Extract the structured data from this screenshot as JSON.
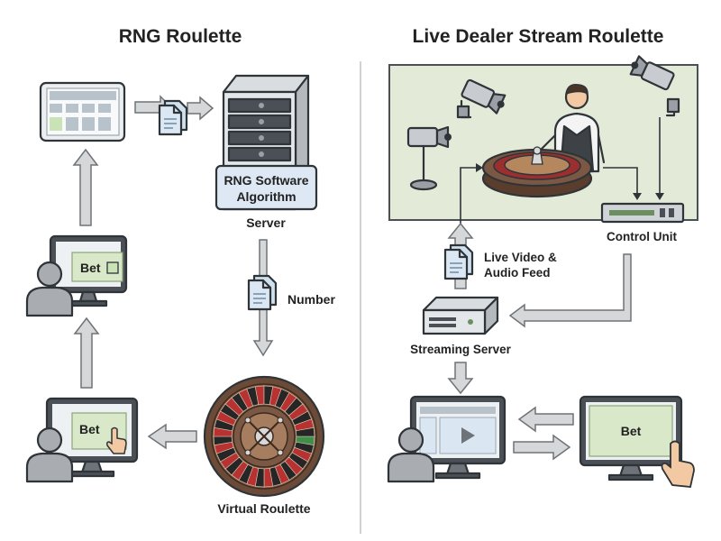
{
  "rng": {
    "title": "RNG Roulette",
    "rng_box_line1": "RNG Software",
    "rng_box_line2": "Algorithm",
    "server_label": "Server",
    "number_label": "Number",
    "virtual_roulette_label": "Virtual Roulette",
    "bet_label_top": "Bet",
    "bet_label_bottom": "Bet"
  },
  "live": {
    "title": "Live Dealer Stream Roulette",
    "control_unit_label": "Control Unit",
    "feed_line1": "Live Video &",
    "feed_line2": "Audio Feed",
    "streaming_server_label": "Streaming Server",
    "bet_label": "Bet"
  },
  "colors": {
    "studio_bg": "#e3ebd8",
    "screen_green": "#d8e8c8",
    "screen_blue": "#dbe6f3",
    "rng_box": "#dde8f4",
    "doc_blue": "#cfe0ee",
    "arrow_gray": "#c9cbcd",
    "person_gray": "#a9adb1",
    "hand_skin": "#f2c9a2"
  }
}
